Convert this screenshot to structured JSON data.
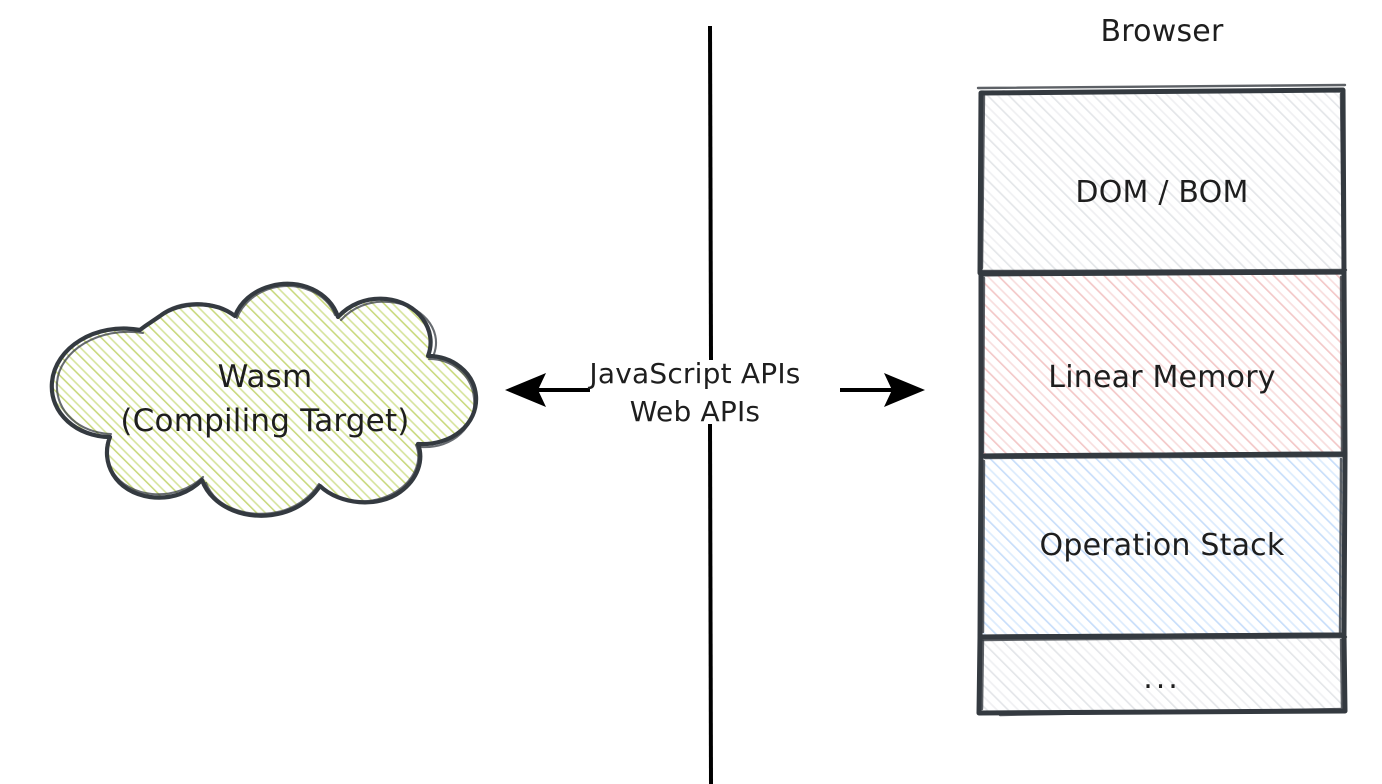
{
  "diagram": {
    "title_right": "Browser",
    "background": "#ffffff",
    "stroke_color": "#343a40",
    "text_color": "#1e1e1e"
  },
  "left": {
    "shape": "cloud",
    "fill_style": "hachure",
    "fill_color": "#c9d97e",
    "label_line1": "Wasm",
    "label_line2": "(Compiling Target)"
  },
  "divider": {
    "name": "vertical-separator",
    "color": "#000000"
  },
  "connector": {
    "label_line1": "JavaScript APIs",
    "label_line2": "Web APIs",
    "arrow_left": "←",
    "arrow_right": "→",
    "bidirectional": true
  },
  "right": {
    "title": "Browser",
    "boxes": [
      {
        "label": "DOM / BOM",
        "fill_color": "#e9ecef",
        "name": "dom-bom-box"
      },
      {
        "label": "Linear Memory",
        "fill_color": "#ffc9c9",
        "name": "linear-memory-box"
      },
      {
        "label": "Operation Stack",
        "fill_color": "#a5d8ff",
        "name": "operation-stack-box"
      },
      {
        "label": "...",
        "fill_color": "#e9ecef",
        "name": "ellipsis-box"
      }
    ]
  }
}
